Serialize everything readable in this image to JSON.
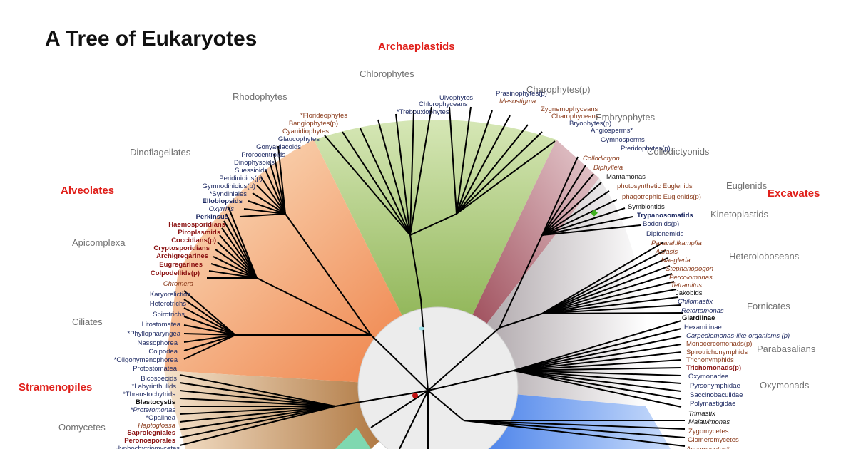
{
  "title": "A Tree of Eukaryotes",
  "supergroups": {
    "archaeplastids": "Archaeplastids",
    "alveolates": "Alveolates",
    "excavates": "Excavates",
    "stramenopiles": "Stramenopiles"
  },
  "groups": {
    "chlorophytes": "Chlorophytes",
    "charophytes": "Charophytes(p)",
    "rhodophytes": "Rhodophytes",
    "embryophytes": "Embryophytes",
    "dinoflagellates": "Dinoflagellates",
    "collodictyonids": "Collodictyonids",
    "euglenids": "Euglenids",
    "kinetoplastids": "Kinetoplastids",
    "apicomplexa": "Apicomplexa",
    "heteroloboseans": "Heteroloboseans",
    "ciliates": "Ciliates",
    "fornicates": "Fornicates",
    "parabasalians": "Parabasalians",
    "oxymonads": "Oxymonads",
    "oomycetes": "Oomycetes"
  },
  "taxa_left": [
    "*Florideophytes",
    "Bangiophytes(p)",
    "Cyanidiophytes",
    "Glaucophytes",
    "Gonyaulacoids",
    "Prorocentroids",
    "Dinophysoids",
    "Suessioids",
    "Peridinioids(p)",
    "Gymnodinioids(p)",
    "*Syndiniales",
    "Ellobiopsids",
    "Oxyrrhis",
    "Perkinsus",
    "Haemosporidians",
    "Piroplasmids",
    "Coccidians(p)",
    "Cryptosporidians",
    "Archigregarines",
    "Eugregarines",
    "Colpodellids(p)",
    "Chromera",
    "Karyorelictids",
    "Heterotrichs",
    "Spirotrichs",
    "Litostomatea",
    "*Phyllopharyngea",
    "Nassophorea",
    "Colpodea",
    "*Oligohymenophorea",
    "Protostomatea",
    "Bicosoecids",
    "*Labyrinthulids",
    "*Thraustochytrids",
    "Blastocystis",
    "*Proteromonas",
    "*Opalinea",
    "Haptoglossa",
    "Saprolegniales",
    "Peronosporales",
    "Hyphochytriomycetes"
  ],
  "taxa_top": [
    "*Trebouxiophytes",
    "Chlorophyceans",
    "Ulvophytes",
    "Prasinophytes(p)",
    "Mesostigma",
    "Zygnemophyceans",
    "Charophyceans",
    "Bryophytes(p)",
    "Angiosperms*",
    "Gymnosperms",
    "Pteridophytes(p)"
  ],
  "taxa_right": [
    "Collodictyon",
    "Diphylleia",
    "Mantamonas",
    "photosynthetic Euglenids",
    "phagotrophic Euglenids(p)",
    "Symbiontids",
    "Trypanosomatids",
    "Bodonids(p)",
    "Diplonemids",
    "Paravahlkampfia",
    "Acrasis",
    "Naegleria",
    "Stephanopogon",
    "Percolomonas",
    "Tetramitus",
    "Jakobids",
    "Chilomastix",
    "Retortamonas",
    "Giardiinae",
    "Hexamitinae",
    "Carpediemonas-like organisms (p)",
    "Monocercomonads(p)",
    "Spirotrichonymphids",
    "Trichonymphids",
    "Trichomonads(p)",
    "Oxymonadea",
    "Pyrsonymphidae",
    "Saccinobaculidae",
    "Polymastigidae",
    "Trimastix",
    "Malawimonas",
    "Zygomycetes",
    "Glomeromycetes",
    "Ascomycetes*"
  ],
  "colors": {
    "archaeplastid_fill": "#8fb84a",
    "alveolate_fill": "#f08a4a",
    "stramenopile_fill": "#a86a2a",
    "excavate_fill": "#b8b0b4",
    "euglenid_fill": "#a04050",
    "opisthokont_fill": "#3a78e8",
    "supergroup_label": "#e0201b"
  }
}
